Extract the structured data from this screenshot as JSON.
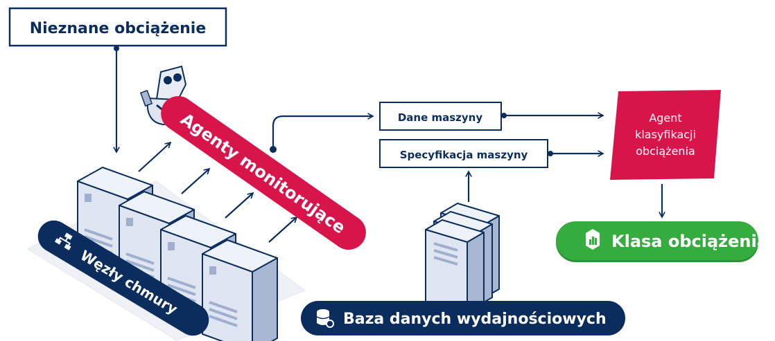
{
  "diagram": {
    "input_label": "Nieznane obciążenie",
    "monitoring_agents_label": "Agenty monitorujące",
    "cloud_nodes_label": "Węzły chmury",
    "machine_data_label": "Dane maszyny",
    "machine_spec_label": "Specyfikacja maszyny",
    "classifier_label": [
      "Agent",
      "klasyfikacji",
      "obciążenia"
    ],
    "output_label": "Klasa obciążenia",
    "database_label": "Baza danych wydajnościowych"
  },
  "colors": {
    "navy": "#0b2d5e",
    "crimson": "#d8154a",
    "green": "#35ac3e",
    "server_face": "#dfe6f2",
    "server_side": "#a9b8d2"
  },
  "icons": [
    "robot-icon",
    "network-icon",
    "database-icon",
    "chart-badge-icon"
  ]
}
